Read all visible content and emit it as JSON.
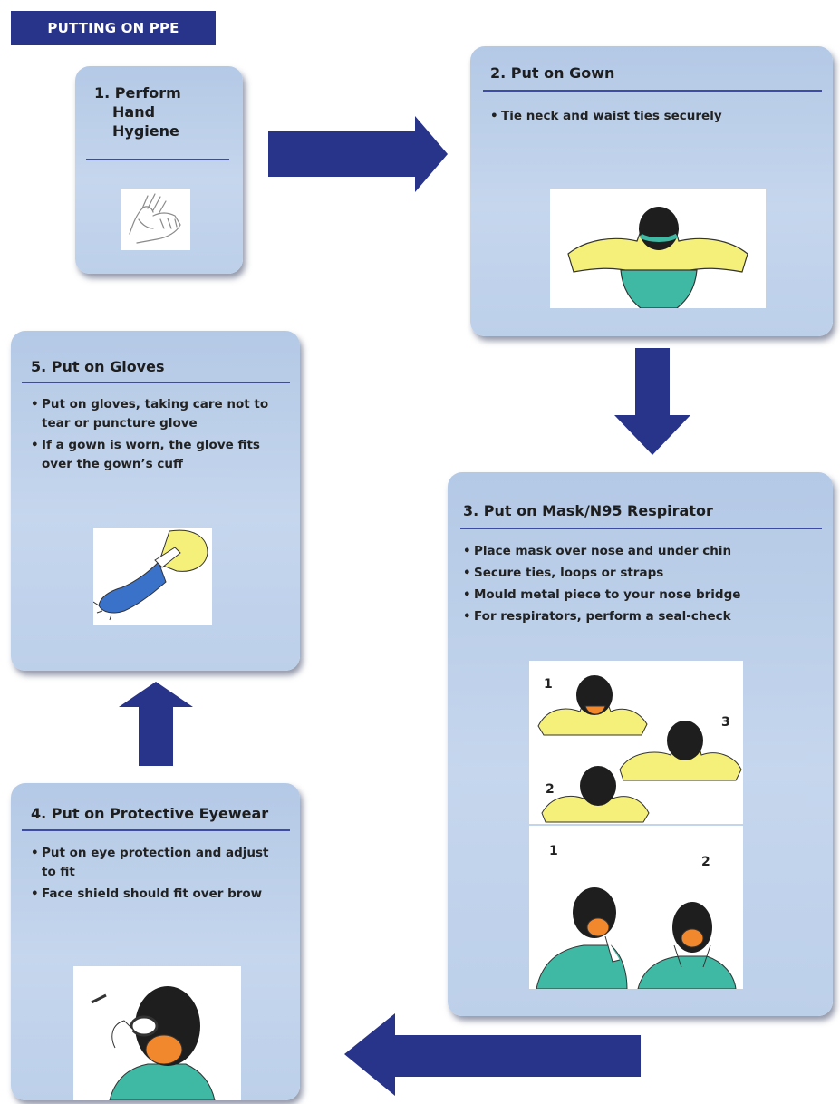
{
  "header": {
    "title": "PUTTING ON PPE"
  },
  "steps": [
    {
      "title": "1. Perform Hand Hygiene",
      "title_lines": [
        "1. Perform",
        "Hand",
        "Hygiene"
      ],
      "bullets": []
    },
    {
      "title": "2. Put on Gown",
      "bullets": [
        "Tie neck and waist ties securely"
      ]
    },
    {
      "title": "3. Put on Mask/N95 Respirator",
      "bullets": [
        "Place mask over nose and under chin",
        "Secure ties, loops or straps",
        "Mould metal piece to your nose bridge",
        "For respirators, perform a seal-check"
      ],
      "figure_labels_top": [
        "1",
        "2",
        "3"
      ],
      "figure_labels_bottom": [
        "1",
        "2"
      ]
    },
    {
      "title": "4. Put on Protective Eyewear",
      "bullets": [
        "Put on eye protection and adjust to fit",
        "Face shield should fit over brow"
      ]
    },
    {
      "title": "5. Put on Gloves",
      "bullets": [
        "Put on gloves, taking care not to tear or puncture glove",
        "If a gown is worn, the glove fits over the gown’s cuff"
      ]
    }
  ],
  "colors": {
    "header_bg": "#28338a",
    "arrow": "#28338a",
    "card": "#bfd1ea",
    "rule": "#3e4ba6",
    "figure_yellow": "#f5f07a",
    "figure_teal": "#3fb9a4",
    "mask_orange": "#f2882e",
    "glove_blue": "#3a72c9"
  }
}
